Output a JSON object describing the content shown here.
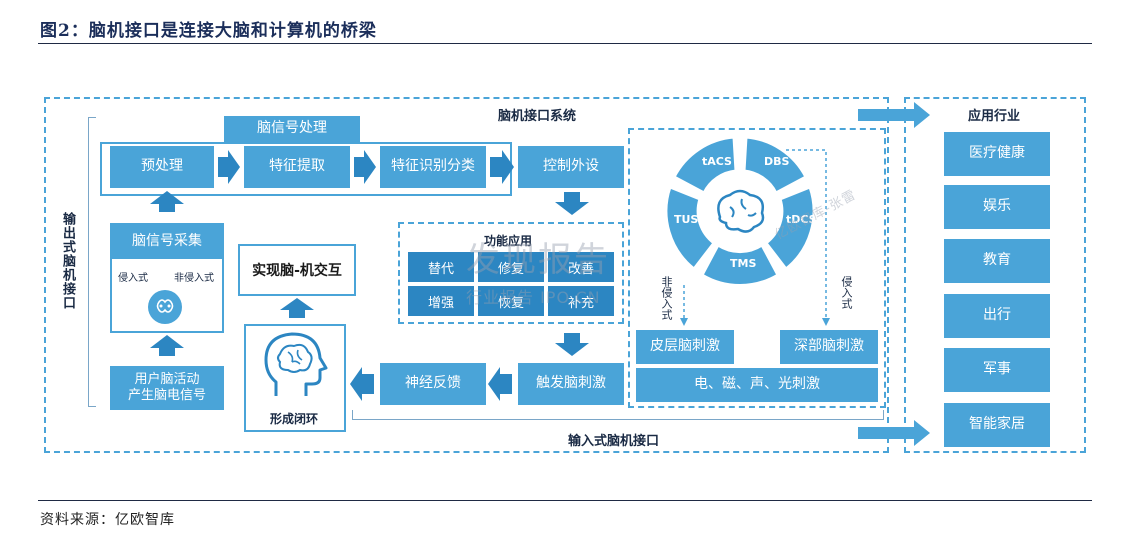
{
  "title": "图2：脑机接口是连接大脑和计算机的桥梁",
  "source": "资料来源：亿欧智库",
  "diagram": {
    "system_title": "脑机接口系统",
    "output_label": "输出式脑机接口",
    "input_label": "输入式脑机接口",
    "signal_processing": "脑信号处理",
    "pre_processing": "预处理",
    "feature_extraction": "特征提取",
    "feature_classification": "特征识别分类",
    "control_device": "控制外设",
    "signal_collection": "脑信号采集",
    "invasive": "侵入式",
    "non_invasive": "非侵入式",
    "user_activity_line1": "用户脑活动",
    "user_activity_line2": "产生脑电信号",
    "interaction": "实现脑-机交互",
    "closed_loop": "形成闭环",
    "function_title": "功能应用",
    "functions": [
      "替代",
      "修复",
      "改善",
      "增强",
      "恢复",
      "补充"
    ],
    "neuro_feedback": "神经反馈",
    "trigger_stimulation": "触发脑刺激",
    "stim_wheel": [
      "tACS",
      "DBS",
      "tDCS",
      "TMS",
      "TUS"
    ],
    "non_invasive_v": "非侵入式",
    "invasive_v": "侵入式",
    "cortical_stim": "皮层脑刺激",
    "deep_stim": "深部脑刺激",
    "physical_stim": "电、磁、声、光刺激",
    "applications_title": "应用行业",
    "applications": [
      "医疗健康",
      "娱乐",
      "教育",
      "出行",
      "军事",
      "智能家居"
    ],
    "watermark_main": "发现报告",
    "watermark_sub": "行业报告 IPO.CN",
    "watermark_corner": "亿欧智库-张雷"
  }
}
